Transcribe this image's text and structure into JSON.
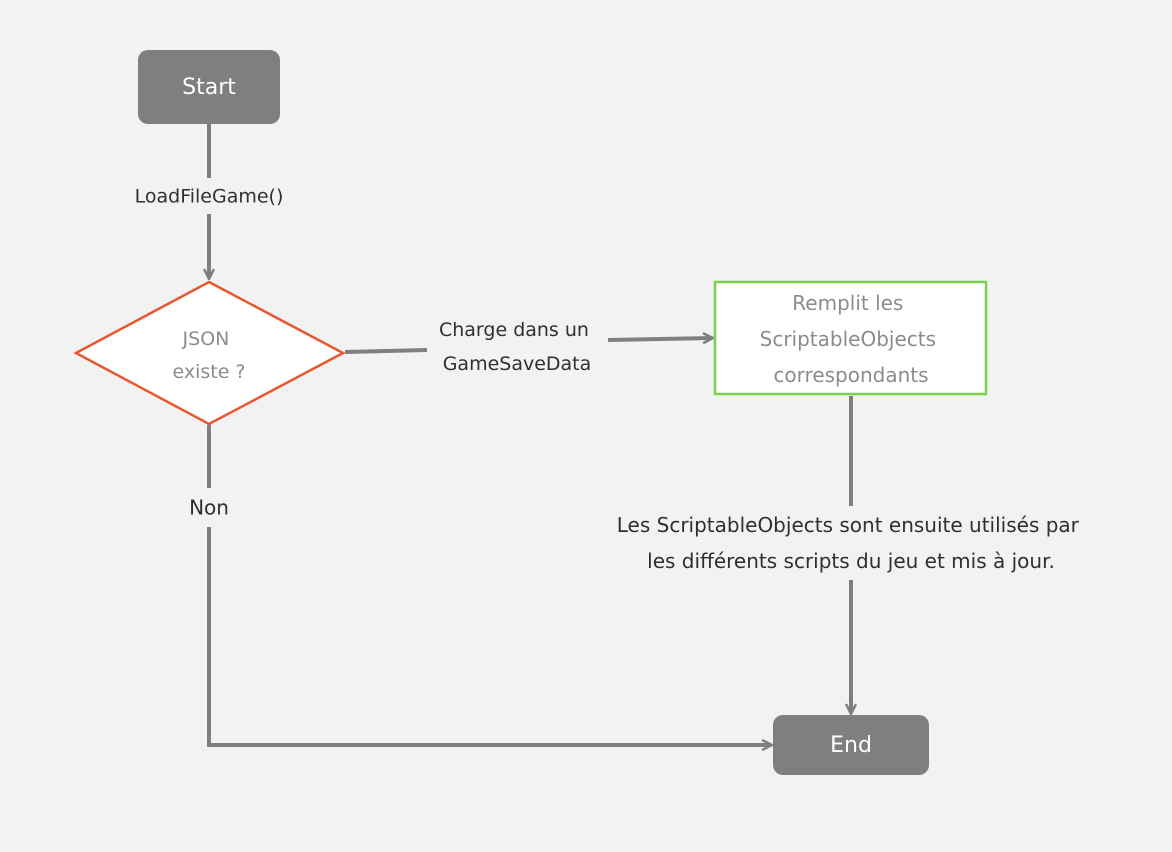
{
  "diagram": {
    "colors": {
      "background": "#f2f2f2",
      "connector": "#7f7f7f",
      "terminal_fill": "#7f7f7f",
      "terminal_text": "#ffffff",
      "decision_stroke": "#e8572e",
      "process_stroke": "#7ed04b",
      "node_text": "#8c8c8c",
      "edge_label_text": "#2f2f2f"
    },
    "nodes": {
      "start": {
        "label": "Start"
      },
      "decision": {
        "lines": [
          "JSON",
          "existe ?"
        ]
      },
      "process": {
        "lines": [
          "Remplit les",
          "ScriptableObjects",
          "correspondants"
        ]
      },
      "end": {
        "label": "End"
      }
    },
    "edges": {
      "load": {
        "label": "LoadFileGame()"
      },
      "charge": {
        "lines": [
          "Charge dans un",
          "GameSaveData"
        ]
      },
      "non": {
        "label": "Non"
      },
      "usage": {
        "lines": [
          "Les ScriptableObjects sont ensuite utilisés par",
          "les différents scripts du jeu et mis à jour."
        ]
      }
    }
  }
}
